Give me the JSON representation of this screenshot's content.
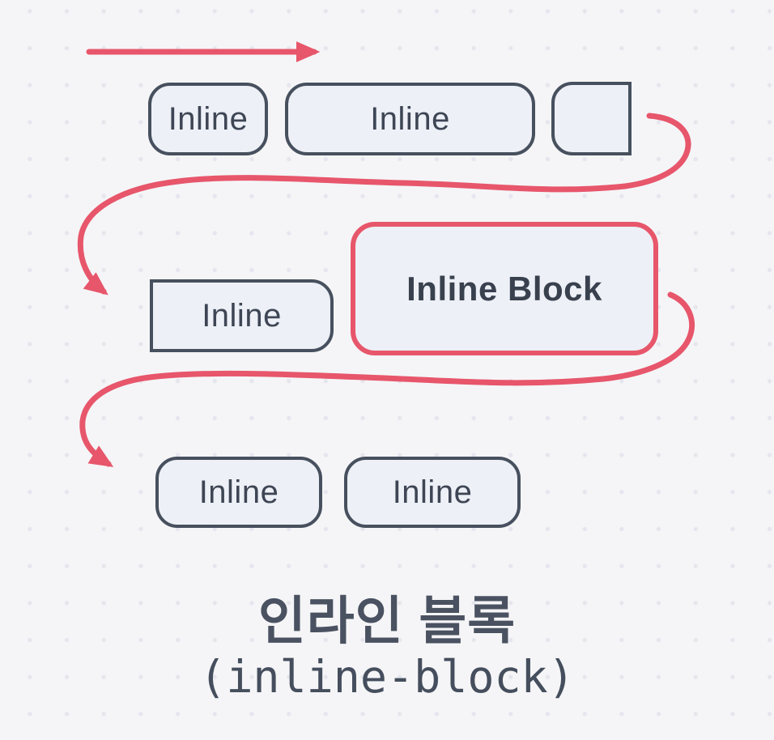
{
  "diagram": {
    "topic": "css-inline-block-flow",
    "colors": {
      "background": "#f5f5f7",
      "dot_grid": "#e5e5ee",
      "box_fill": "#edf0f6",
      "box_border": "#47505e",
      "box_text": "#3e4655",
      "accent_red": "#e7566b",
      "caption_text": "#4a5261"
    },
    "flow": {
      "row1": {
        "boxes": [
          {
            "label": "Inline"
          },
          {
            "label": "Inline"
          },
          {
            "label": ""
          }
        ]
      },
      "row2": {
        "boxes": [
          {
            "label": "Inline"
          },
          {
            "label": "Inline Block"
          }
        ]
      },
      "row3": {
        "boxes": [
          {
            "label": "Inline"
          },
          {
            "label": "Inline"
          }
        ]
      },
      "arrows": [
        {
          "name": "flow-direction-arrow"
        },
        {
          "name": "line-wrap-arrow-1"
        },
        {
          "name": "line-wrap-arrow-2"
        }
      ]
    },
    "caption": {
      "title": "인라인 블록",
      "subtitle": "(inline-block)"
    }
  }
}
